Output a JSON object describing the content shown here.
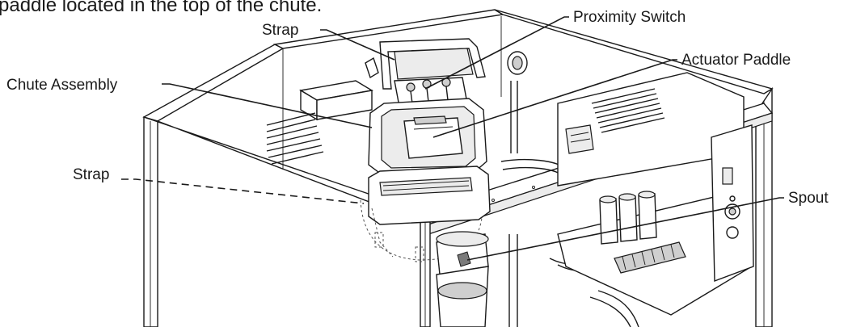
{
  "caption": "paddle located in the top of the chute.",
  "callouts": {
    "strap_top": "Strap",
    "proximity_switch": "Proximity Switch",
    "actuator_paddle": "Actuator Paddle",
    "chute_assembly": "Chute Assembly",
    "strap_side": "Strap",
    "spout": "Spout"
  }
}
